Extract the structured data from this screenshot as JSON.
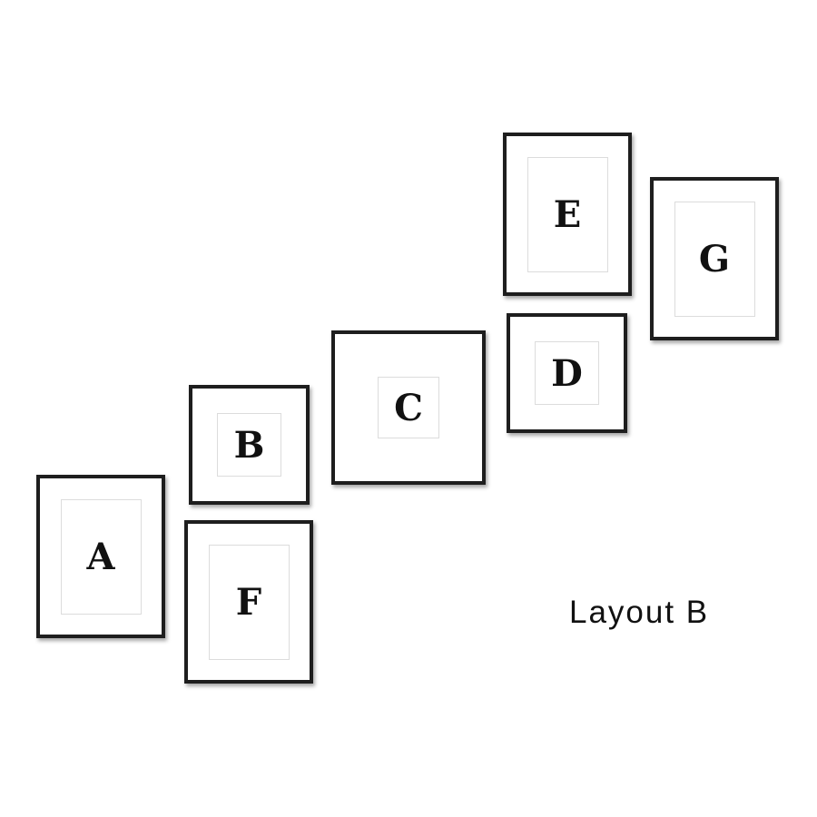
{
  "frames": {
    "a": {
      "letter": "A"
    },
    "b": {
      "letter": "B"
    },
    "c": {
      "letter": "C"
    },
    "d": {
      "letter": "D"
    },
    "e": {
      "letter": "E"
    },
    "f": {
      "letter": "F"
    },
    "g": {
      "letter": "G"
    }
  },
  "caption": "Layout B",
  "colors": {
    "frame": "#1e1e1e",
    "mat_border": "#dcdcdc",
    "background": "#ffffff",
    "text": "#111111"
  }
}
